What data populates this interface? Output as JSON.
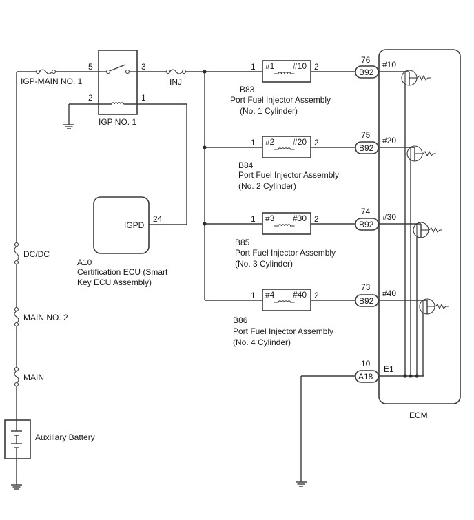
{
  "relay_igp": {
    "name": "IGP NO. 1",
    "pin_in": "5",
    "pin_out": "3",
    "coil_a": "2",
    "coil_b": "1"
  },
  "fuses": {
    "igp_main": "IGP-MAIN NO. 1",
    "inj": "INJ",
    "dcdc": "DC/DC",
    "main2": "MAIN NO. 2",
    "main": "MAIN"
  },
  "battery": {
    "label": "Auxiliary Battery"
  },
  "cert_ecu": {
    "id": "A10",
    "name_line1": "Certification ECU (Smart",
    "name_line2": "Key ECU Assembly)",
    "terminal": "IGPD",
    "pin": "24"
  },
  "injectors": [
    {
      "id": "B83",
      "name": "Port Fuel Injector Assembly",
      "cyl": "(No. 1 Cylinder)",
      "tag_l": "#1",
      "tag_r": "#10",
      "pin1": "1",
      "pin2": "2",
      "ecm_pin": "76",
      "conn": "B92",
      "signal": "#10"
    },
    {
      "id": "B84",
      "name": "Port Fuel Injector Assembly",
      "cyl": "(No. 2 Cylinder)",
      "tag_l": "#2",
      "tag_r": "#20",
      "pin1": "1",
      "pin2": "2",
      "ecm_pin": "75",
      "conn": "B92",
      "signal": "#20"
    },
    {
      "id": "B85",
      "name": "Port Fuel Injector Assembly",
      "cyl": "(No. 3 Cylinder)",
      "tag_l": "#3",
      "tag_r": "#30",
      "pin1": "1",
      "pin2": "2",
      "ecm_pin": "74",
      "conn": "B92",
      "signal": "#30"
    },
    {
      "id": "B86",
      "name": "Port Fuel Injector Assembly",
      "cyl": "(No. 4 Cylinder)",
      "tag_l": "#4",
      "tag_r": "#40",
      "pin1": "1",
      "pin2": "2",
      "ecm_pin": "73",
      "conn": "B92",
      "signal": "#40"
    }
  ],
  "ecm": {
    "label": "ECM",
    "ground_terminal": "E1",
    "ground_pin": "10",
    "ground_conn": "A18"
  }
}
